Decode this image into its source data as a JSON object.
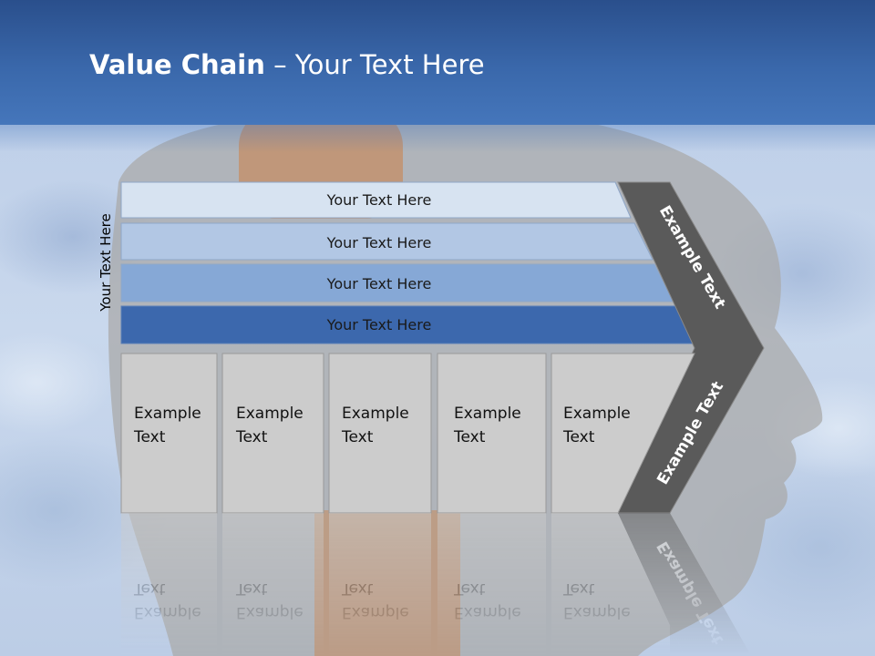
{
  "title": {
    "bold": "Value Chain",
    "rest": " – Your Text Here"
  },
  "side_label": "Your Text Here",
  "rows": [
    {
      "label": "Your Text Here",
      "color": "#d7e3f1"
    },
    {
      "label": "Your Text Here",
      "color": "#b2c7e4"
    },
    {
      "label": "Your Text Here",
      "color": "#86a8d6"
    },
    {
      "label": "Your Text Here",
      "color": "#3c68ad"
    }
  ],
  "cells": [
    {
      "line1": "Example",
      "line2": "Text"
    },
    {
      "line1": "Example",
      "line2": "Text"
    },
    {
      "line1": "Example",
      "line2": "Text"
    },
    {
      "line1": "Example",
      "line2": "Text"
    },
    {
      "line1": "Example",
      "line2": "Text"
    }
  ],
  "arrow": {
    "upper": "Example Text",
    "lower": "Example Text",
    "color": "#5a5a5a"
  },
  "colors": {
    "header": "#3a68ab",
    "cell": "#cccccc",
    "silhouette": "#a9a9a9",
    "keyhole": "#cf7a3a"
  }
}
